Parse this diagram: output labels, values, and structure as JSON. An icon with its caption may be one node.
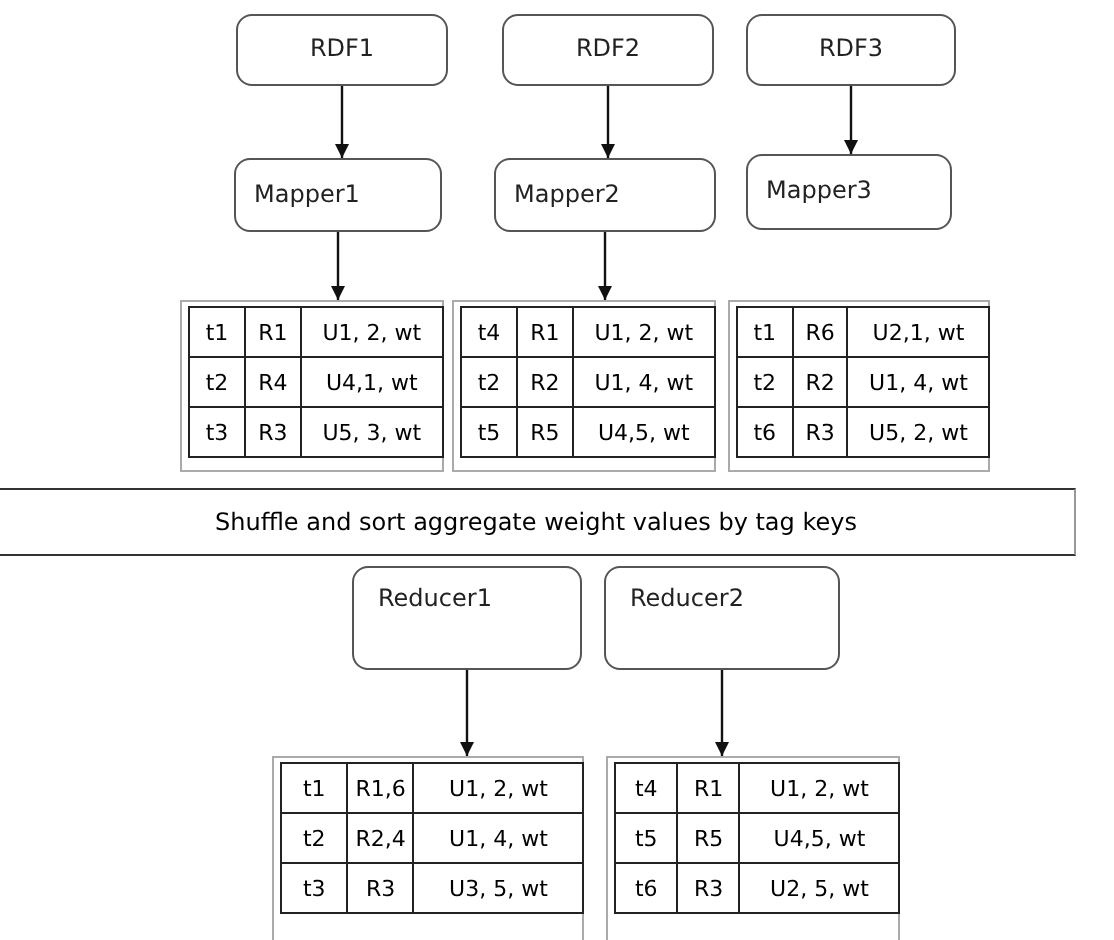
{
  "diagram": {
    "nodes": [
      {
        "text": [
          "RDF1"
        ]
      },
      {
        "text": [
          "RDF2"
        ]
      },
      {
        "text": [
          "RDF3"
        ]
      },
      {
        "text": [
          "Mapper1"
        ]
      },
      {
        "text": [
          "Mapper2"
        ]
      },
      {
        "text": [
          "Mapper3"
        ]
      },
      {
        "text": [],
        "shape": "box"
      },
      {
        "text": [],
        "shape": "box"
      },
      {
        "text": [],
        "shape": "box"
      },
      {
        "text": [
          "Shuffle and sort aggregate weight values by tag keys"
        ]
      },
      {
        "text": [
          "Reducer1"
        ]
      },
      {
        "text": [
          "Reducer2"
        ]
      },
      {
        "text": [],
        "shape": "box"
      },
      {
        "text": [],
        "shape": "box"
      }
    ],
    "edges": [
      {
        "from": 0,
        "to": 3,
        "arrow": "to"
      },
      {
        "from": 1,
        "to": 4,
        "arrow": "to"
      },
      {
        "from": 2,
        "to": 5,
        "arrow": "to"
      },
      {
        "from": 3,
        "to": 6,
        "arrow": "to"
      },
      {
        "from": 4,
        "to": 7,
        "arrow": "to"
      },
      {
        "from": 10,
        "to": 12,
        "arrow": "to"
      },
      {
        "from": 11,
        "to": 13,
        "arrow": "to"
      }
    ],
    "labels": [
      "t1",
      "R1",
      "U1, 2, wt",
      "t2",
      "R4",
      "U4,1, wt",
      "t3",
      "R3",
      "U5, 3, wt",
      "t4",
      "R1",
      "U1, 2, wt",
      "t2",
      "R2",
      "U1, 4, wt",
      "t5",
      "R5",
      "U4,5, wt",
      "t1",
      "R6",
      "U2,1, wt",
      "t2",
      "R2",
      "U1, 4, wt",
      "t6",
      "R3",
      "U5, 2, wt",
      "t1",
      "R1,6",
      "U1, 2, wt",
      "t2",
      "R2,4",
      "U1, 4, wt",
      "t3",
      "R3",
      "U3, 5, wt",
      "t4",
      "R1",
      "U1, 2, wt",
      "t5",
      "R5",
      "U4,5, wt",
      "t6",
      "R3",
      "U2, 5, wt"
    ]
  }
}
